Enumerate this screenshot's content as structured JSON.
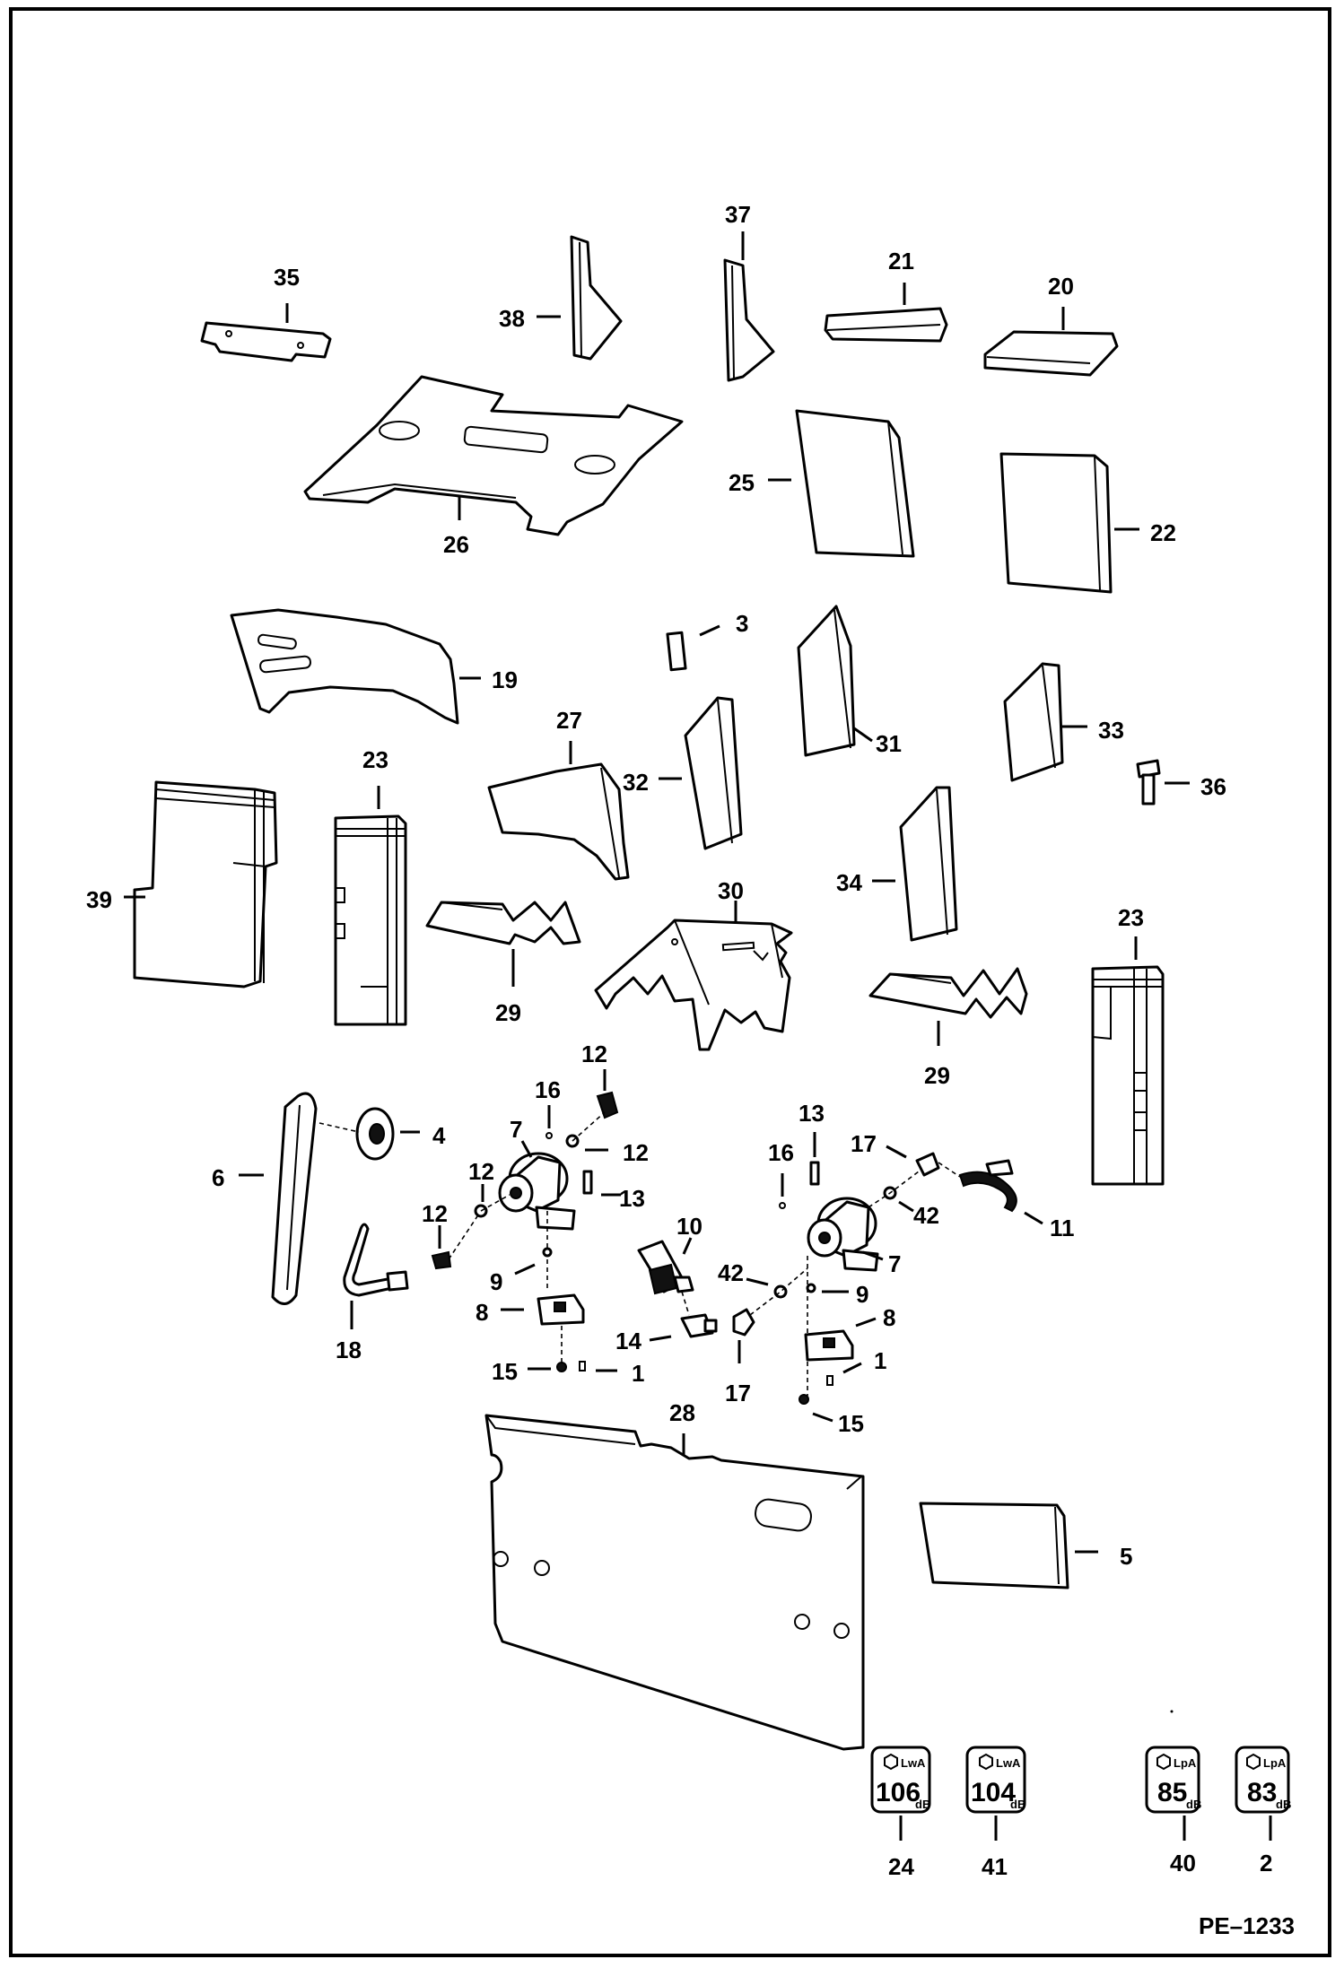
{
  "drawing_ref": "PE–1233",
  "decals": [
    {
      "id": "24",
      "label": "LwA",
      "value": "106",
      "unit": "dB"
    },
    {
      "id": "41",
      "label": "LwA",
      "value": "104",
      "unit": "dB"
    },
    {
      "id": "40",
      "label": "LpA",
      "value": "85",
      "unit": "dB"
    },
    {
      "id": "2",
      "label": "LpA",
      "value": "83",
      "unit": "dB"
    }
  ],
  "callouts": {
    "c35": "35",
    "c38": "38",
    "c37": "37",
    "c21": "21",
    "c20": "20",
    "c26": "26",
    "c25": "25",
    "c22": "22",
    "c3": "3",
    "c19": "19",
    "c31": "31",
    "c33": "33",
    "c27": "27",
    "c32": "32",
    "c36": "36",
    "c23a": "23",
    "c39": "39",
    "c34": "34",
    "c30": "30",
    "c23b": "23",
    "c29a": "29",
    "c29b": "29",
    "c12a": "12",
    "c16a": "16",
    "c4": "4",
    "c7a": "7",
    "c12b": "12",
    "c6": "6",
    "c12c": "12",
    "c13a": "13",
    "c12d": "12",
    "c18": "18",
    "c9a": "9",
    "c8a": "8",
    "c15a": "15",
    "c1a": "1",
    "c10": "10",
    "c14": "14",
    "c17a": "17",
    "c42a": "42",
    "c13b": "13",
    "c17b": "17",
    "c16b": "16",
    "c42b": "42",
    "c11": "11",
    "c7b": "7",
    "c9b": "9",
    "c8b": "8",
    "c1b": "1",
    "c15b": "15",
    "c28": "28",
    "c5": "5",
    "c24": "24",
    "c41": "41",
    "c40": "40",
    "c2": "2"
  }
}
